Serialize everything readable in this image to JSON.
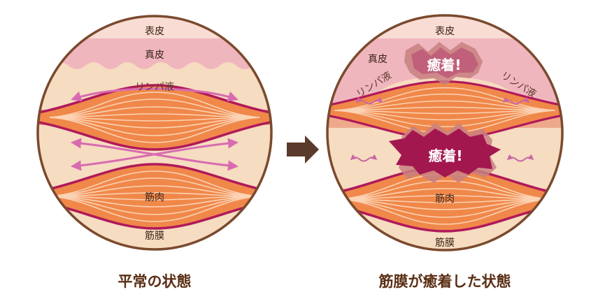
{
  "left_panel": {
    "epidermis": "表皮",
    "dermis": "真皮",
    "lymph": "リンパ液",
    "muscle": "筋肉",
    "fascia": "筋膜",
    "caption": "平常の状態"
  },
  "right_panel": {
    "epidermis": "表皮",
    "dermis": "真皮",
    "lymph_left": "リンパ液",
    "lymph_right": "リンパ液",
    "adhesion_top": "癒着!",
    "adhesion_middle": "癒着!",
    "muscle": "筋肉",
    "fascia": "筋膜",
    "caption": "筋膜が癒着した状態"
  },
  "colors": {
    "rim": "#7a4a2e",
    "epidermis": "#f9dcd3",
    "dermis": "#f0b6be",
    "fat": "#f6dcc0",
    "fascia_band": "#eea98c",
    "muscle": "#f0884a",
    "fascia_line": "#b0195a",
    "lymph_arrow": "#d86bb0",
    "adhesion_dark": "#a3174f",
    "adhesion_glow": "#c88080",
    "arrow_icon": "#5a3a2a"
  }
}
